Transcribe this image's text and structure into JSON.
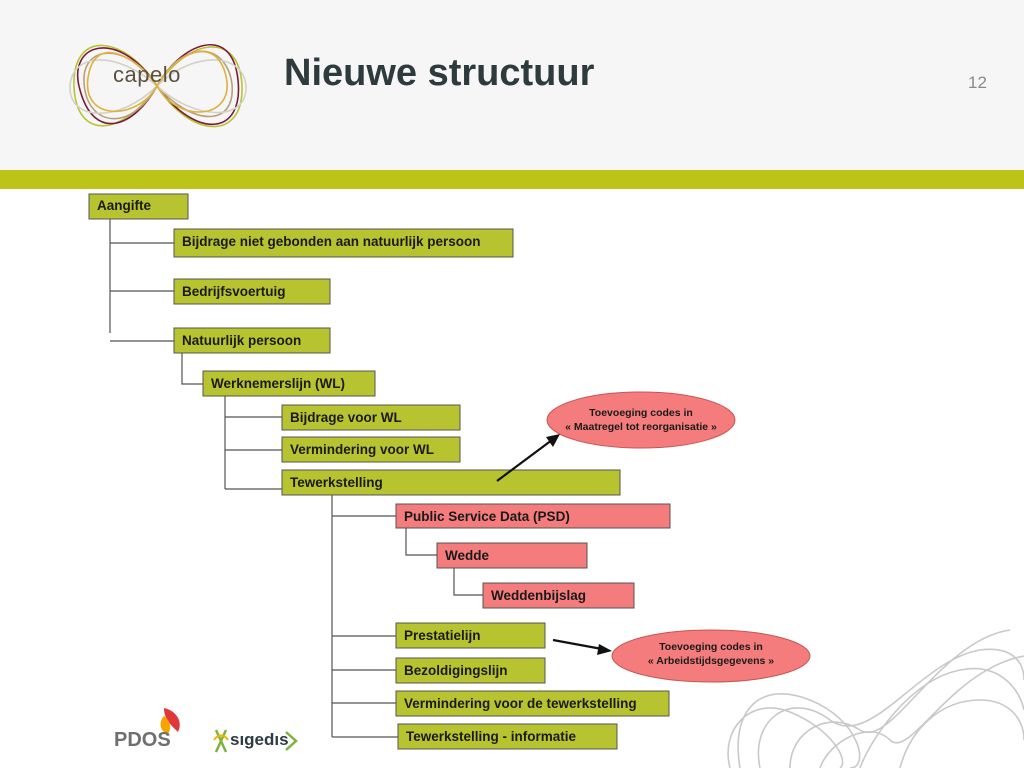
{
  "header": {
    "title": "Nieuwe structuur",
    "page_number": "12",
    "logo_text": "capelo"
  },
  "colors": {
    "header_bg": "#f6f6f6",
    "accent_band": "#bcc418",
    "node_green": "#b8c42f",
    "node_red": "#f47c7c"
  },
  "diagram": {
    "nodes": [
      {
        "id": "aangifte",
        "label": "Aangifte",
        "color": "green"
      },
      {
        "id": "bijdrage-niet",
        "label": "Bijdrage niet gebonden aan natuurlijk  persoon",
        "color": "green"
      },
      {
        "id": "bedrijfsvoertuig",
        "label": "Bedrijfsvoertuig",
        "color": "green"
      },
      {
        "id": "natuurlijk-persoon",
        "label": "Natuurlijk persoon",
        "color": "green"
      },
      {
        "id": "werknemerslijn",
        "label": "Werknemerslijn (WL)",
        "color": "green"
      },
      {
        "id": "bijdrage-wl",
        "label": "Bijdrage voor WL",
        "color": "green"
      },
      {
        "id": "vermindering-wl",
        "label": "Vermindering voor WL",
        "color": "green"
      },
      {
        "id": "tewerkstelling",
        "label": "Tewerkstelling",
        "color": "green"
      },
      {
        "id": "psd",
        "label": "Public Service Data (PSD)",
        "color": "red"
      },
      {
        "id": "wedde",
        "label": "Wedde",
        "color": "red"
      },
      {
        "id": "weddenbijslag",
        "label": "Weddenbijslag",
        "color": "red"
      },
      {
        "id": "prestatielijn",
        "label": "Prestatielijn",
        "color": "green"
      },
      {
        "id": "bezoldigingslijn",
        "label": "Bezoldigingslijn",
        "color": "green"
      },
      {
        "id": "vermindering-tewerkstelling",
        "label": "Vermindering voor de tewerkstelling",
        "color": "green"
      },
      {
        "id": "tewerkstelling-informatie",
        "label": "Tewerkstelling - informatie",
        "color": "green"
      }
    ],
    "callouts": [
      {
        "id": "callout-reorganisatie",
        "line1": "Toevoeging codes in",
        "line2": "« Maatregel tot reorganisatie  »"
      },
      {
        "id": "callout-arbeidstijd",
        "line1": "Toevoeging codes in",
        "line2": "« Arbeidstijdsgegevens  »"
      }
    ]
  },
  "footer": {
    "logo1_text": "PDOS",
    "logo2_text": "sıgedıs"
  }
}
